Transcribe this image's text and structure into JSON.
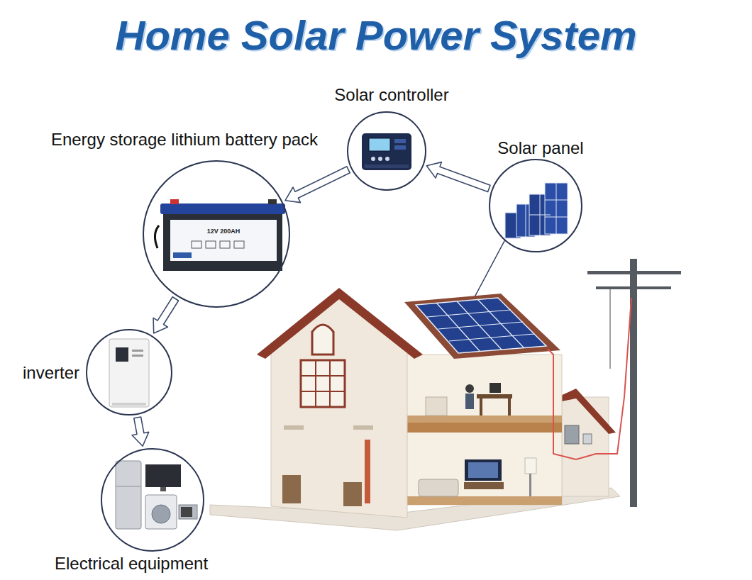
{
  "diagram": {
    "title": "Home Solar Power System",
    "nodes": [
      {
        "text": [
          "Solar controller"
        ]
      },
      {
        "text": [
          "Energy storage lithium battery pack"
        ]
      },
      {
        "text": [
          "Solar panel"
        ]
      },
      {
        "text": [
          "inverter"
        ]
      },
      {
        "text": [
          "Electrical equipment"
        ]
      }
    ],
    "edges": [
      {
        "from": 2,
        "to": 0,
        "arrow": "to"
      },
      {
        "from": 0,
        "to": 1,
        "arrow": "to"
      },
      {
        "from": 1,
        "to": 3,
        "arrow": "to"
      },
      {
        "from": 3,
        "to": 4,
        "arrow": "to"
      }
    ],
    "labels": [
      "12V 200AH"
    ]
  }
}
